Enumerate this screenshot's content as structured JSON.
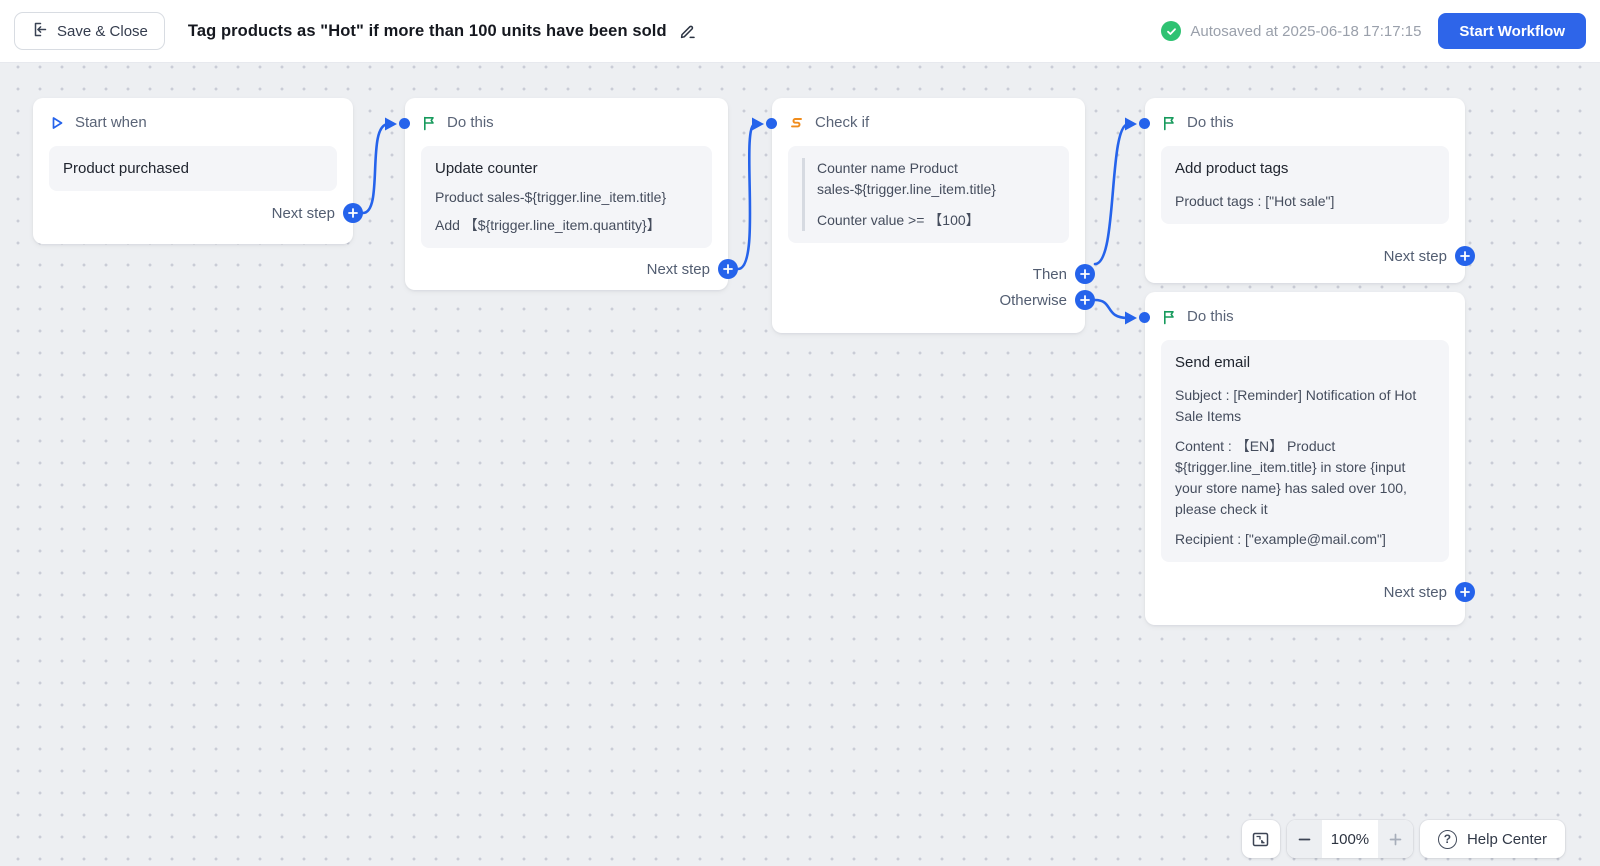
{
  "header": {
    "save_close_label": "Save & Close",
    "title": "Tag products as \"Hot\" if more than 100 units have been sold",
    "autosave_status": "Autosaved at 2025-06-18 17:17:15",
    "start_workflow_label": "Start Workflow"
  },
  "footer_labels": {
    "next_step": "Next step",
    "then": "Then",
    "otherwise": "Otherwise"
  },
  "canvas": {
    "nodes": [
      {
        "header": "Start when",
        "icon": "play-icon",
        "body": {
          "title": "Product purchased",
          "lines": []
        }
      },
      {
        "header": "Do this",
        "icon": "flag-icon",
        "body": {
          "title": "Update counter",
          "lines": [
            "Product sales-${trigger.line_item.title}",
            "Add 【${trigger.line_item.quantity}】"
          ]
        }
      },
      {
        "header": "Check if",
        "icon": "branch-icon",
        "body": {
          "lines": [
            "Counter name Product sales-${trigger.line_item.title}",
            "Counter value >=  【100】"
          ]
        }
      },
      {
        "header": "Do this",
        "icon": "flag-icon",
        "body": {
          "title": "Add product tags",
          "lines": [
            "Product tags : [\"Hot sale\"]"
          ]
        }
      },
      {
        "header": "Do this",
        "icon": "flag-icon",
        "body": {
          "title": "Send email",
          "lines": [
            "Subject : [Reminder] Notification of Hot Sale Items",
            "Content : 【EN】 Product ${trigger.line_item.title} in store {input your store name} has saled over 100, please check it",
            "Recipient : [\"example@mail.com\"]"
          ]
        }
      }
    ]
  },
  "toolbar": {
    "zoom_level": "100%",
    "help_label": "Help Center"
  },
  "icons": {
    "help_glyph": "?"
  },
  "colors": {
    "accent_blue": "#2563eb",
    "button_blue": "#2e65e9",
    "flag_green": "#169a5c",
    "branch_orange": "#f08c1c",
    "autosave_green": "#2ec272",
    "canvas_bg": "#edeff2"
  }
}
